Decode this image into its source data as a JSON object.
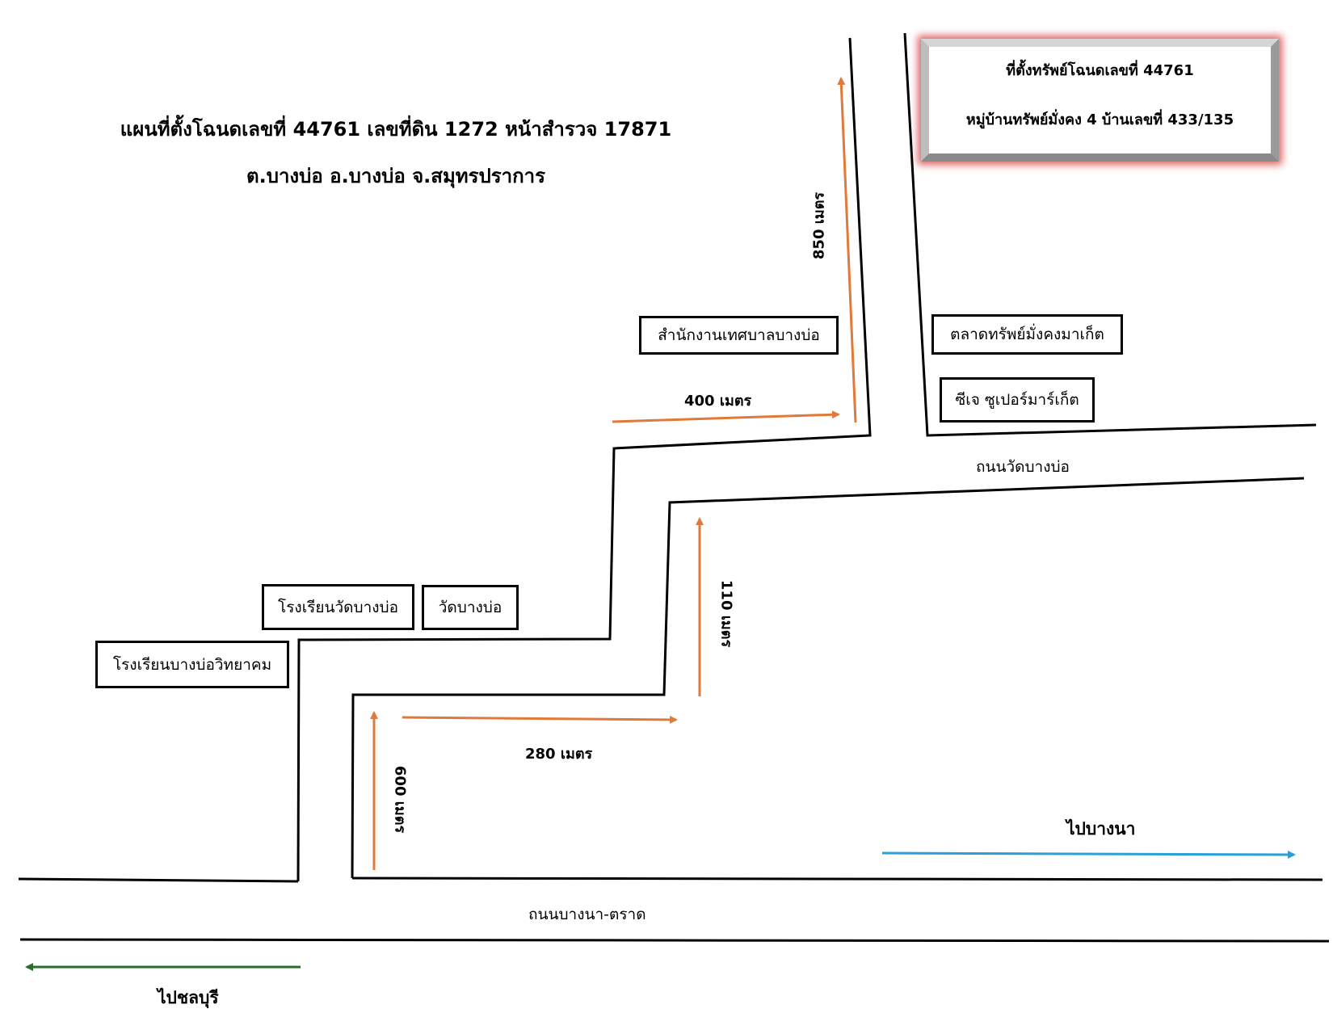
{
  "title": {
    "line1": "แผนที่ตั้งโฉนดเลขที่ 44761 เลขที่ดิน 1272 หน้าสำรวจ 17871",
    "line2": "ต.บางบ่อ อ.บางบ่อ จ.สมุทรปราการ"
  },
  "target": {
    "line1": "ที่ตั้งทรัพย์โฉนดเลขที่ 44761",
    "line2": "หมู่บ้านทรัพย์มั่งคง 4 บ้านเลขที่ 433/135"
  },
  "landmarks": {
    "municipal_office": "สำนักงานเทศบาลบางบ่อ",
    "market": "ตลาดทรัพย์มั่งคงมาเก็ต",
    "cj_supermarket": "ซีเจ ซูเปอร์มาร์เก็ต",
    "temple_school": "โรงเรียนวัดบางบ่อ",
    "temple": "วัดบางบ่อ",
    "bangbo_school": "โรงเรียนบางบ่อวิทยาคม"
  },
  "roads": {
    "wat_bangbo_road": "ถนนวัดบางบ่อ",
    "bangna_trat_road": "ถนนบางนา-ตราด"
  },
  "distances": {
    "d850": "850 เมตร",
    "d400": "400 เมตร",
    "d110": "110 เมตร",
    "d280": "280 เมตร",
    "d600": "600 เมตร"
  },
  "directions": {
    "to_bangna": "ไปบางนา",
    "to_chonburi": "ไปชลบุรี"
  },
  "colors": {
    "route_arrow": "#e07a3a",
    "bangna_arrow": "#2a9fd8",
    "chonburi_arrow": "#2a6e2a",
    "road_line": "#000000",
    "target_glow": "#d23232"
  }
}
